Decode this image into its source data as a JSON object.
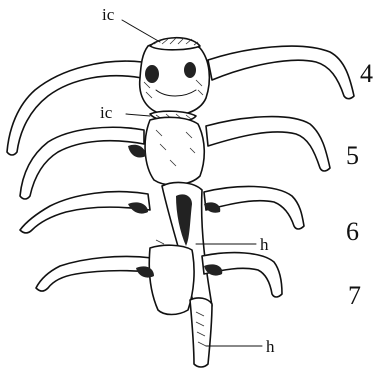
{
  "labels": {
    "ic_top": "ic",
    "ic_mid": "ic",
    "h_upper": "h",
    "h_lower": "h"
  },
  "numbers": [
    "4",
    "5",
    "6",
    "7"
  ]
}
